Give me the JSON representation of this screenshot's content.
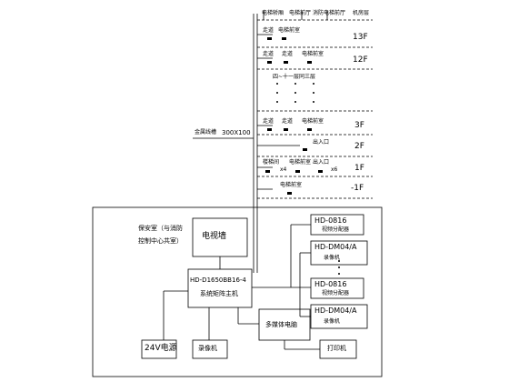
{
  "header": {
    "elevator_car": "电梯轿厢",
    "elevator_hall": "电梯前厅",
    "fire_elevator_hall": "消防电梯前厅",
    "floor_col": "机房层"
  },
  "floors": [
    {
      "id": "13f",
      "label": "13F",
      "items": [
        "走道",
        "电梯前室"
      ]
    },
    {
      "id": "12f",
      "label": "12F",
      "items": [
        "走道",
        "走道",
        "电梯前室"
      ]
    },
    {
      "id": "3f",
      "label": "3F",
      "items": [
        "走道",
        "走道",
        "电梯前室"
      ]
    },
    {
      "id": "2f",
      "label": "2F",
      "items": [
        "出入口"
      ]
    },
    {
      "id": "1f",
      "label": "1F",
      "items": [
        "楼梯间",
        "x4",
        "电梯前室",
        "出入口",
        "x6"
      ]
    },
    {
      "id": "b1f",
      "label": "-1F",
      "items": [
        "电梯前室"
      ]
    }
  ],
  "middle_note": "四~十一层同三层",
  "trunk_label": "金属线槽",
  "trunk_size": "300X100",
  "control_room_note": [
    "保安室（与消防",
    "控制中心共室）"
  ],
  "boxes": {
    "tv_wall": "电视墙",
    "matrix_host": [
      "HD-D1650BB16-4",
      "系统矩阵主机"
    ],
    "splitter1": [
      "HD-0816",
      "视频分配器"
    ],
    "recorder1": [
      "HD-DM04/A",
      "录像机"
    ],
    "splitter2": [
      "HD-0816",
      "视频分配器"
    ],
    "recorder2": [
      "HD-DM04/A",
      "录像机"
    ],
    "multimedia_pc": "多媒体电脑",
    "power": "24V电源",
    "recorder_main": "录像机",
    "printer": "打印机"
  }
}
